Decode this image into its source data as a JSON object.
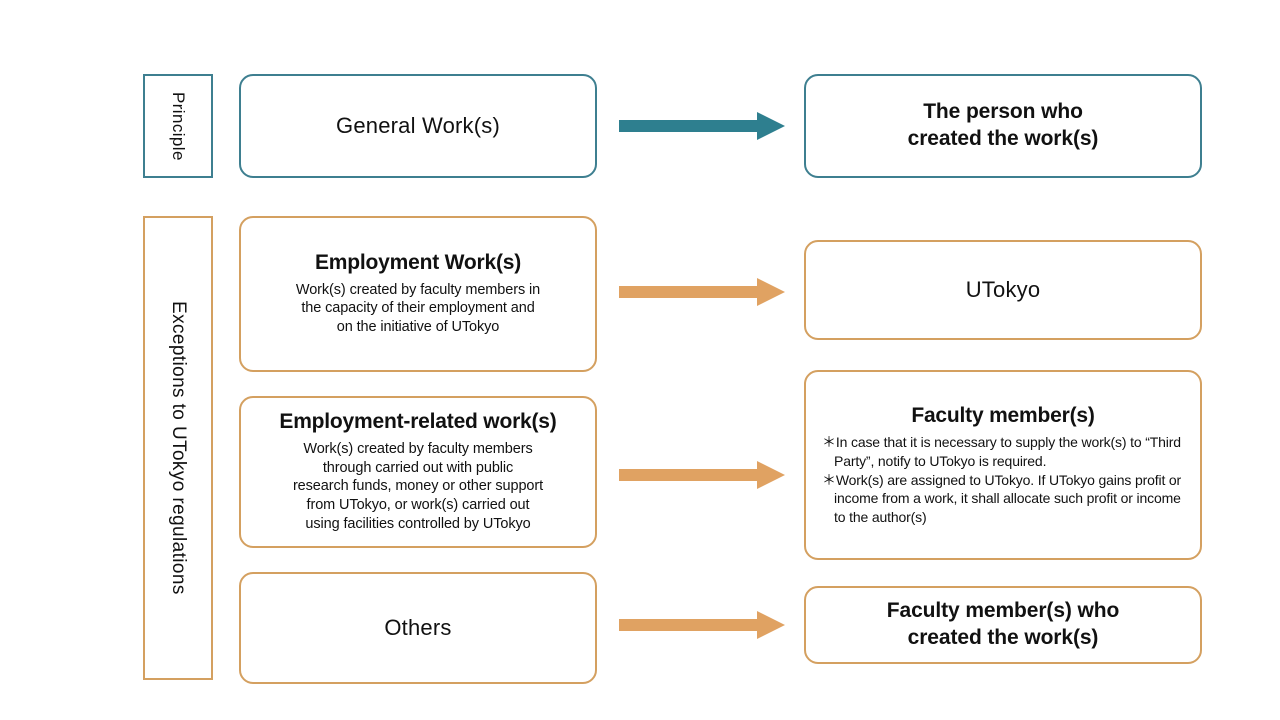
{
  "diagram": {
    "categories": [
      {
        "id": "principle",
        "label": "Principle",
        "color": "#3E7F90"
      },
      {
        "id": "exceptions",
        "label": "Exceptions to UTokyo regulations",
        "color": "#D4A060"
      }
    ],
    "rows": [
      {
        "id": "general",
        "category": "principle",
        "color": "#3E7F90",
        "source": {
          "title": "General Work(s)"
        },
        "arrow": {
          "color": "#2E7F8F",
          "direction": "right"
        },
        "target": {
          "line1": "The person who",
          "line2": "created the work(s)"
        }
      },
      {
        "id": "employment",
        "category": "exceptions",
        "color": "#D4A060",
        "source": {
          "title": "Employment Work(s)",
          "body_lines": [
            "Work(s) created by faculty members in",
            "the capacity of their employment and",
            "on the initiative of UTokyo"
          ]
        },
        "arrow": {
          "color": "#E0A262",
          "direction": "right"
        },
        "target": {
          "title": "UTokyo"
        }
      },
      {
        "id": "employment-related",
        "category": "exceptions",
        "color": "#D4A060",
        "source": {
          "title": "Employment-related work(s)",
          "body_lines": [
            "Work(s) created by faculty members",
            "through carried out with public",
            "research funds, money or other support",
            "from UTokyo, or work(s) carried out",
            "using facilities controlled by UTokyo"
          ]
        },
        "arrow": {
          "color": "#E0A262",
          "direction": "right"
        },
        "target": {
          "title": "Faculty member(s)",
          "notes": [
            "＊In case that it is necessary to supply the work(s) to “Third Party”, notify to UTokyo is required.",
            "＊Work(s) are assigned to UTokyo. If UTokyo gains profit or income from a work, it shall allocate such profit or income to the author(s)"
          ]
        }
      },
      {
        "id": "others",
        "category": "exceptions",
        "color": "#D4A060",
        "source": {
          "title": "Others"
        },
        "arrow": {
          "color": "#E0A262",
          "direction": "right"
        },
        "target": {
          "line1": "Faculty member(s) who",
          "line2": "created the work(s)"
        }
      }
    ]
  }
}
